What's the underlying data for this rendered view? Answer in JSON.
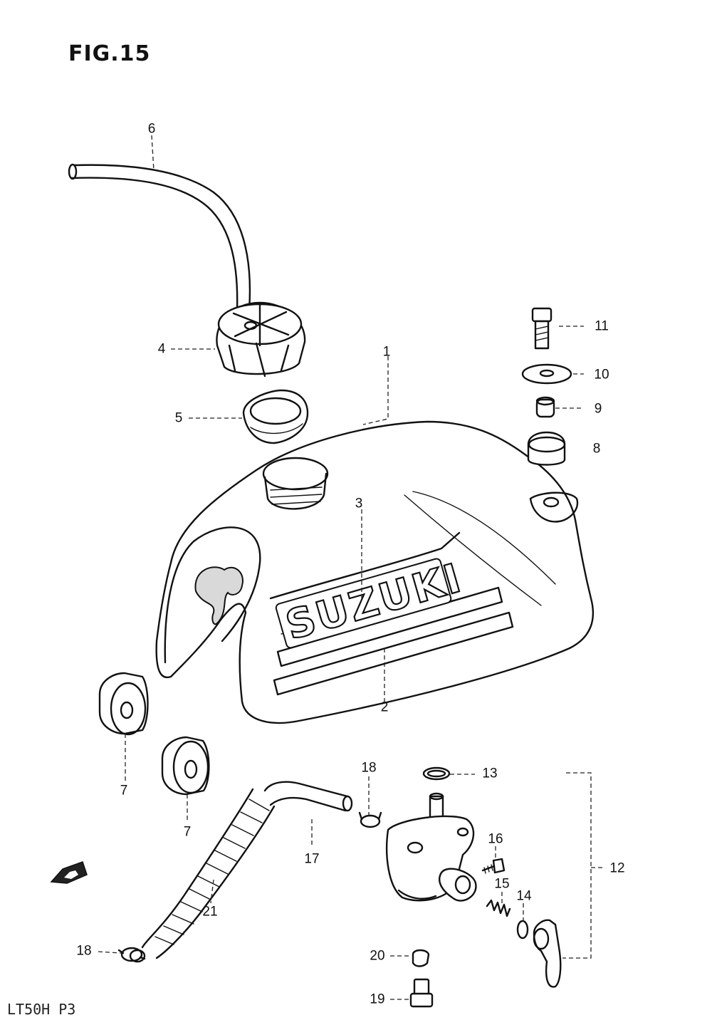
{
  "figure": {
    "title": "FIG.15",
    "footer": "LT50H P3"
  },
  "logo": {
    "text": "SUZUKI"
  },
  "callouts": [
    {
      "id": "c1",
      "label": "1"
    },
    {
      "id": "c2",
      "label": "2"
    },
    {
      "id": "c3",
      "label": "3"
    },
    {
      "id": "c4",
      "label": "4"
    },
    {
      "id": "c5",
      "label": "5"
    },
    {
      "id": "c6",
      "label": "6"
    },
    {
      "id": "c7a",
      "label": "7"
    },
    {
      "id": "c7b",
      "label": "7"
    },
    {
      "id": "c8",
      "label": "8"
    },
    {
      "id": "c9",
      "label": "9"
    },
    {
      "id": "c10",
      "label": "10"
    },
    {
      "id": "c11",
      "label": "11"
    },
    {
      "id": "c12",
      "label": "12"
    },
    {
      "id": "c13",
      "label": "13"
    },
    {
      "id": "c14",
      "label": "14"
    },
    {
      "id": "c15",
      "label": "15"
    },
    {
      "id": "c16",
      "label": "16"
    },
    {
      "id": "c17",
      "label": "17"
    },
    {
      "id": "c18a",
      "label": "18"
    },
    {
      "id": "c18b",
      "label": "18"
    },
    {
      "id": "c19",
      "label": "19"
    },
    {
      "id": "c20",
      "label": "20"
    },
    {
      "id": "c21",
      "label": "21"
    }
  ],
  "direction_marker": {
    "text": "FWD",
    "icon": "forward-arrow-icon"
  }
}
